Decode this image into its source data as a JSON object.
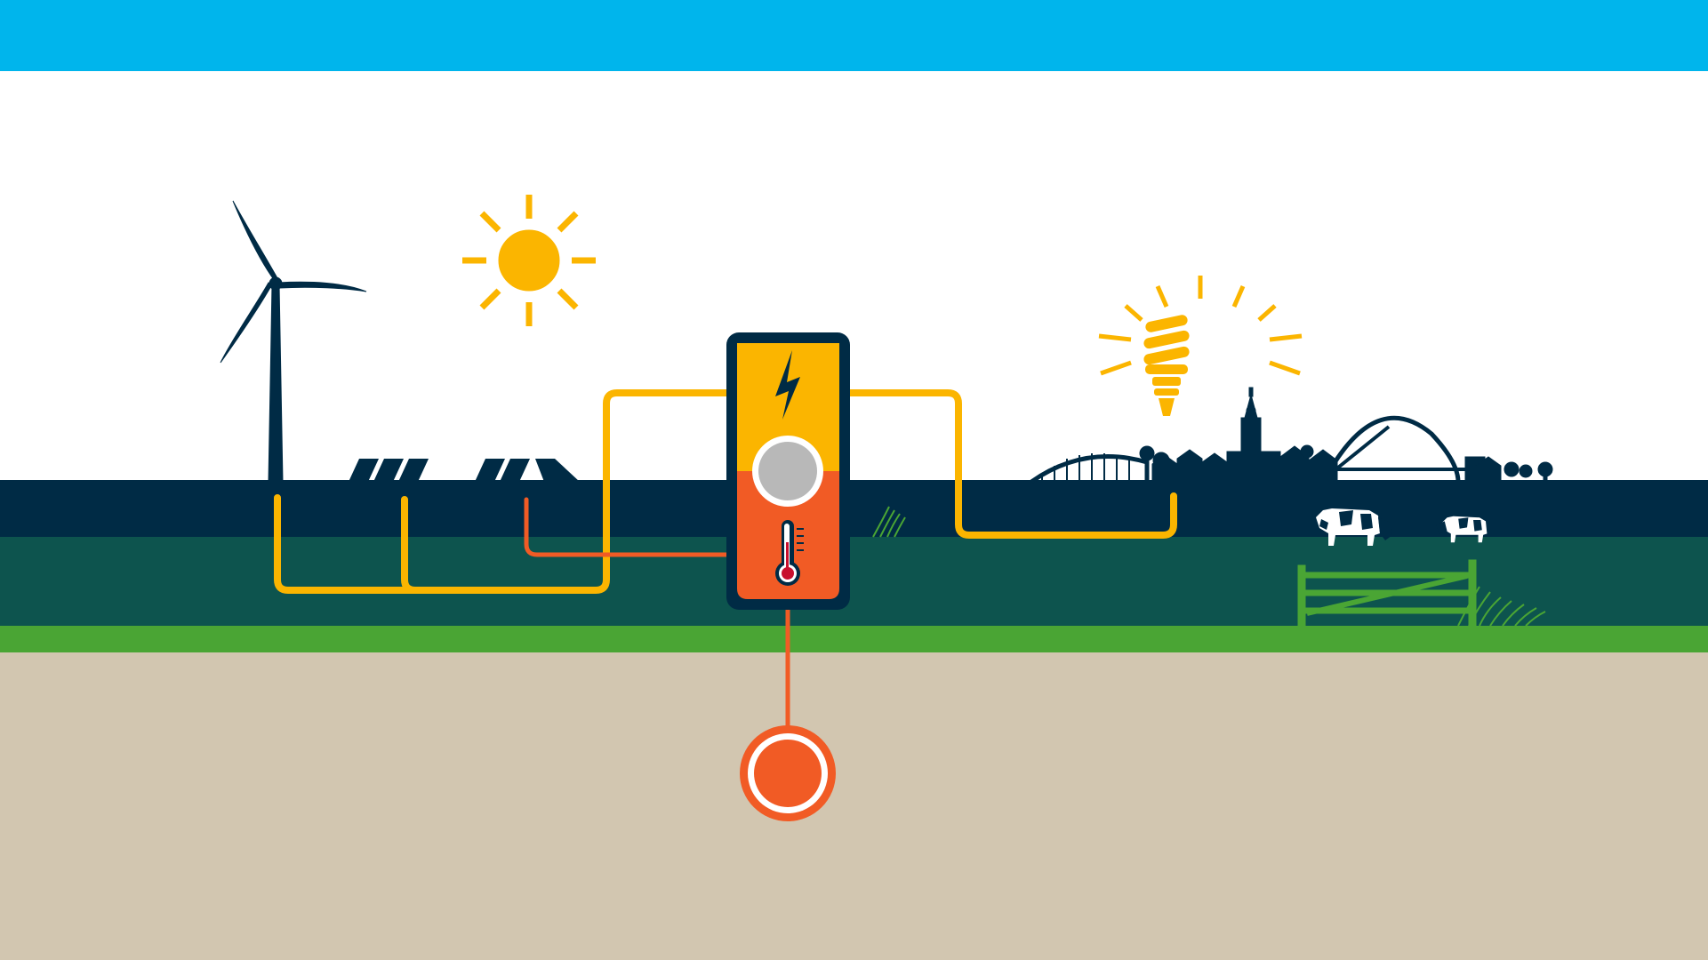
{
  "scene": {
    "colors": {
      "top_banner": "#00b5ec",
      "sky": "#ffffff",
      "navy": "#002b45",
      "field": "#0d544e",
      "grass": "#4aa534",
      "soil": "#d2c6b0",
      "yellow": "#fbb500",
      "orange": "#f15b25",
      "grey": "#b8b8b8",
      "gate_green": "#4aa534",
      "cow_white": "#ffffff"
    },
    "elements": {
      "wind_turbine": {
        "icon": "wind-turbine-icon"
      },
      "sun": {
        "icon": "sun-icon"
      },
      "solar_panels": {
        "icon": "solar-panel-icon",
        "count": 6
      },
      "storage_unit": {
        "top_icon": "lightning-bolt-icon",
        "middle_icon": "grey-circle-icon",
        "bottom_icon": "thermometer-icon"
      },
      "light_bulb": {
        "icon": "energy-saving-bulb-icon"
      },
      "town_skyline": {
        "icon": "town-skyline-icon",
        "features": [
          "arch-bridge",
          "church-tower",
          "houses",
          "trees",
          "suspension-bridge"
        ]
      },
      "cows": {
        "icon": "cow-icon",
        "count": 2
      },
      "gate": {
        "icon": "farm-gate-icon"
      },
      "underground_storage": {
        "icon": "heat-storage-circle-icon"
      }
    }
  }
}
